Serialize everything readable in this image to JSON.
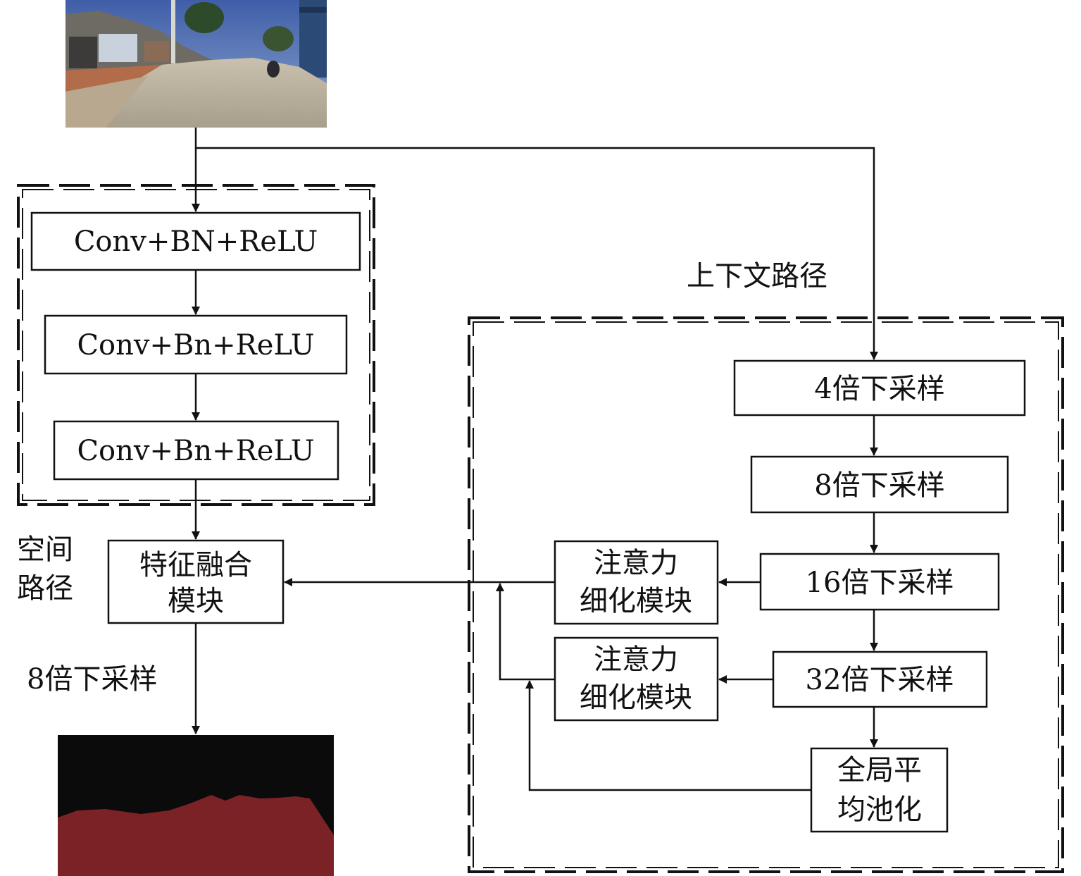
{
  "spatial_path": {
    "label_line1": "空间",
    "label_line2": "路径",
    "blocks": [
      "Conv+BN+ReLU",
      "Conv+Bn+ReLU",
      "Conv+Bn+ReLU"
    ]
  },
  "context_path": {
    "label": "上下文路径",
    "downsample_blocks": [
      "4倍下采样",
      "8倍下采样",
      "16倍下采样",
      "32倍下采样"
    ],
    "attention_module": {
      "line1": "注意力",
      "line2": "细化模块"
    },
    "global_pool": {
      "line1": "全局平",
      "line2": "均池化"
    }
  },
  "fusion": {
    "line1": "特征融合",
    "line2": "模块"
  },
  "output_label": "8倍下采样",
  "colors": {
    "stroke": "#111111",
    "segment_road": "#7a2226",
    "segment_background": "#0b0b0b",
    "sky": "#5f78b0",
    "road": "#b8b0a2"
  }
}
